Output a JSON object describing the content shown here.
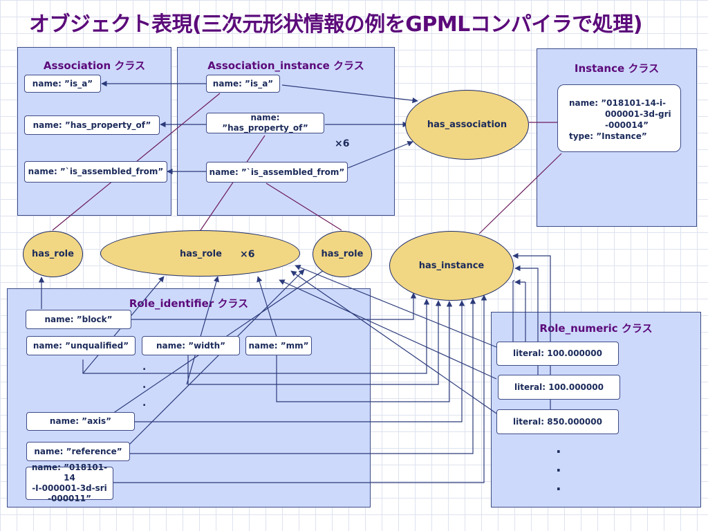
{
  "title": "オブジェクト表現(三次元形状情報の例をGPMLコンパイラで処理)",
  "panels": {
    "association": "Association クラス",
    "association_instance": "Association_instance クラス",
    "instance": "Instance クラス",
    "role_identifier": "Role_identifier クラス",
    "role_numeric": "Role_numeric クラス"
  },
  "association": {
    "is_a": "name: ”is_a”",
    "has_property_of": "name: ”has_property_of”",
    "is_assembled_from": "name: ”`is_assembled_from”"
  },
  "association_instance": {
    "is_a": "name: ”is_a”",
    "has_property_of": "name: ”has_property_of”",
    "is_assembled_from": "name: ”`is_assembled_from”",
    "multiplier": "×6"
  },
  "instance": {
    "name_line1": "name: ”018101-14-i-",
    "name_line2": "000001-3d-gri",
    "name_line3": "-000014”",
    "type": "type:  ”Instance”"
  },
  "ellipses": {
    "has_association": "has_association",
    "has_role_left": "has_role",
    "has_role_center": "has_role",
    "has_role_center_mult": "×6",
    "has_role_right": "has_role",
    "has_instance": "has_instance"
  },
  "role_identifier": {
    "block": "name: ”block”",
    "unqualified": "name: ”unqualified”",
    "width": "name: ”width”",
    "mm": "name: ”mm”",
    "axis": "name: ”axis”",
    "reference": "name: ”reference”",
    "sri_line1": "name: ”018101-14",
    "sri_line2": "-I-000001-3d-sri",
    "sri_line3": "-000011”",
    "dots": "."
  },
  "role_numeric": {
    "literal_1": "literal: 100.000000",
    "literal_2": "literal: 100.000000",
    "literal_3": "literal: 850.000000",
    "dots": "."
  },
  "colors": {
    "title": "#5b0a7a",
    "panel": "#cdd9fb",
    "ellipse": "#f1d683",
    "arrow": "#2b3a7a",
    "role_link": "#6a1a5a"
  }
}
